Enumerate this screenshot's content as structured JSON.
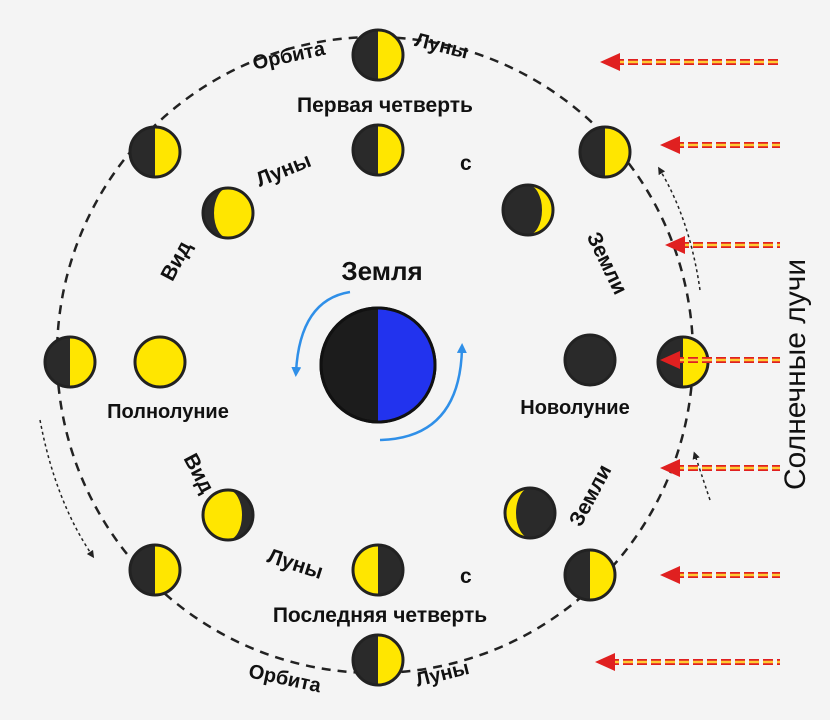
{
  "colors": {
    "background": "#f4f4f4",
    "moon_lit": "#ffe600",
    "moon_dark": "#2a2a2a",
    "earth_day": "#2233ee",
    "earth_night": "#1c1c1c",
    "rotation_arrow": "#2f8fe8",
    "sun_ray_line": "#ffcc33",
    "sun_ray_arrow": "#e02020"
  },
  "labels": {
    "orbit_top_left": "Орбита",
    "orbit_top_right": "Луны",
    "first_quarter": "Первая четверть",
    "last_quarter": "Последняя четверть",
    "orbit_bottom_left": "Орбита",
    "orbit_bottom_right": "Луны",
    "earth": "Земля",
    "full_moon": "Полнолуние",
    "new_moon": "Новолуние",
    "sun_rays": "Солнечные лучи",
    "view_top_1": "Вид",
    "view_top_2": "Луны",
    "view_top_3": "с",
    "view_top_4": "Земли",
    "view_bottom_1": "Вид",
    "view_bottom_2": "Луны",
    "view_bottom_3": "с",
    "view_bottom_4": "Земли"
  },
  "icons": {
    "earth": "earth-icon",
    "orbit_moon": "moon-orbit-position-icon",
    "phase_moon": "moon-phase-icon",
    "sun_ray": "sun-ray-arrow-icon"
  }
}
